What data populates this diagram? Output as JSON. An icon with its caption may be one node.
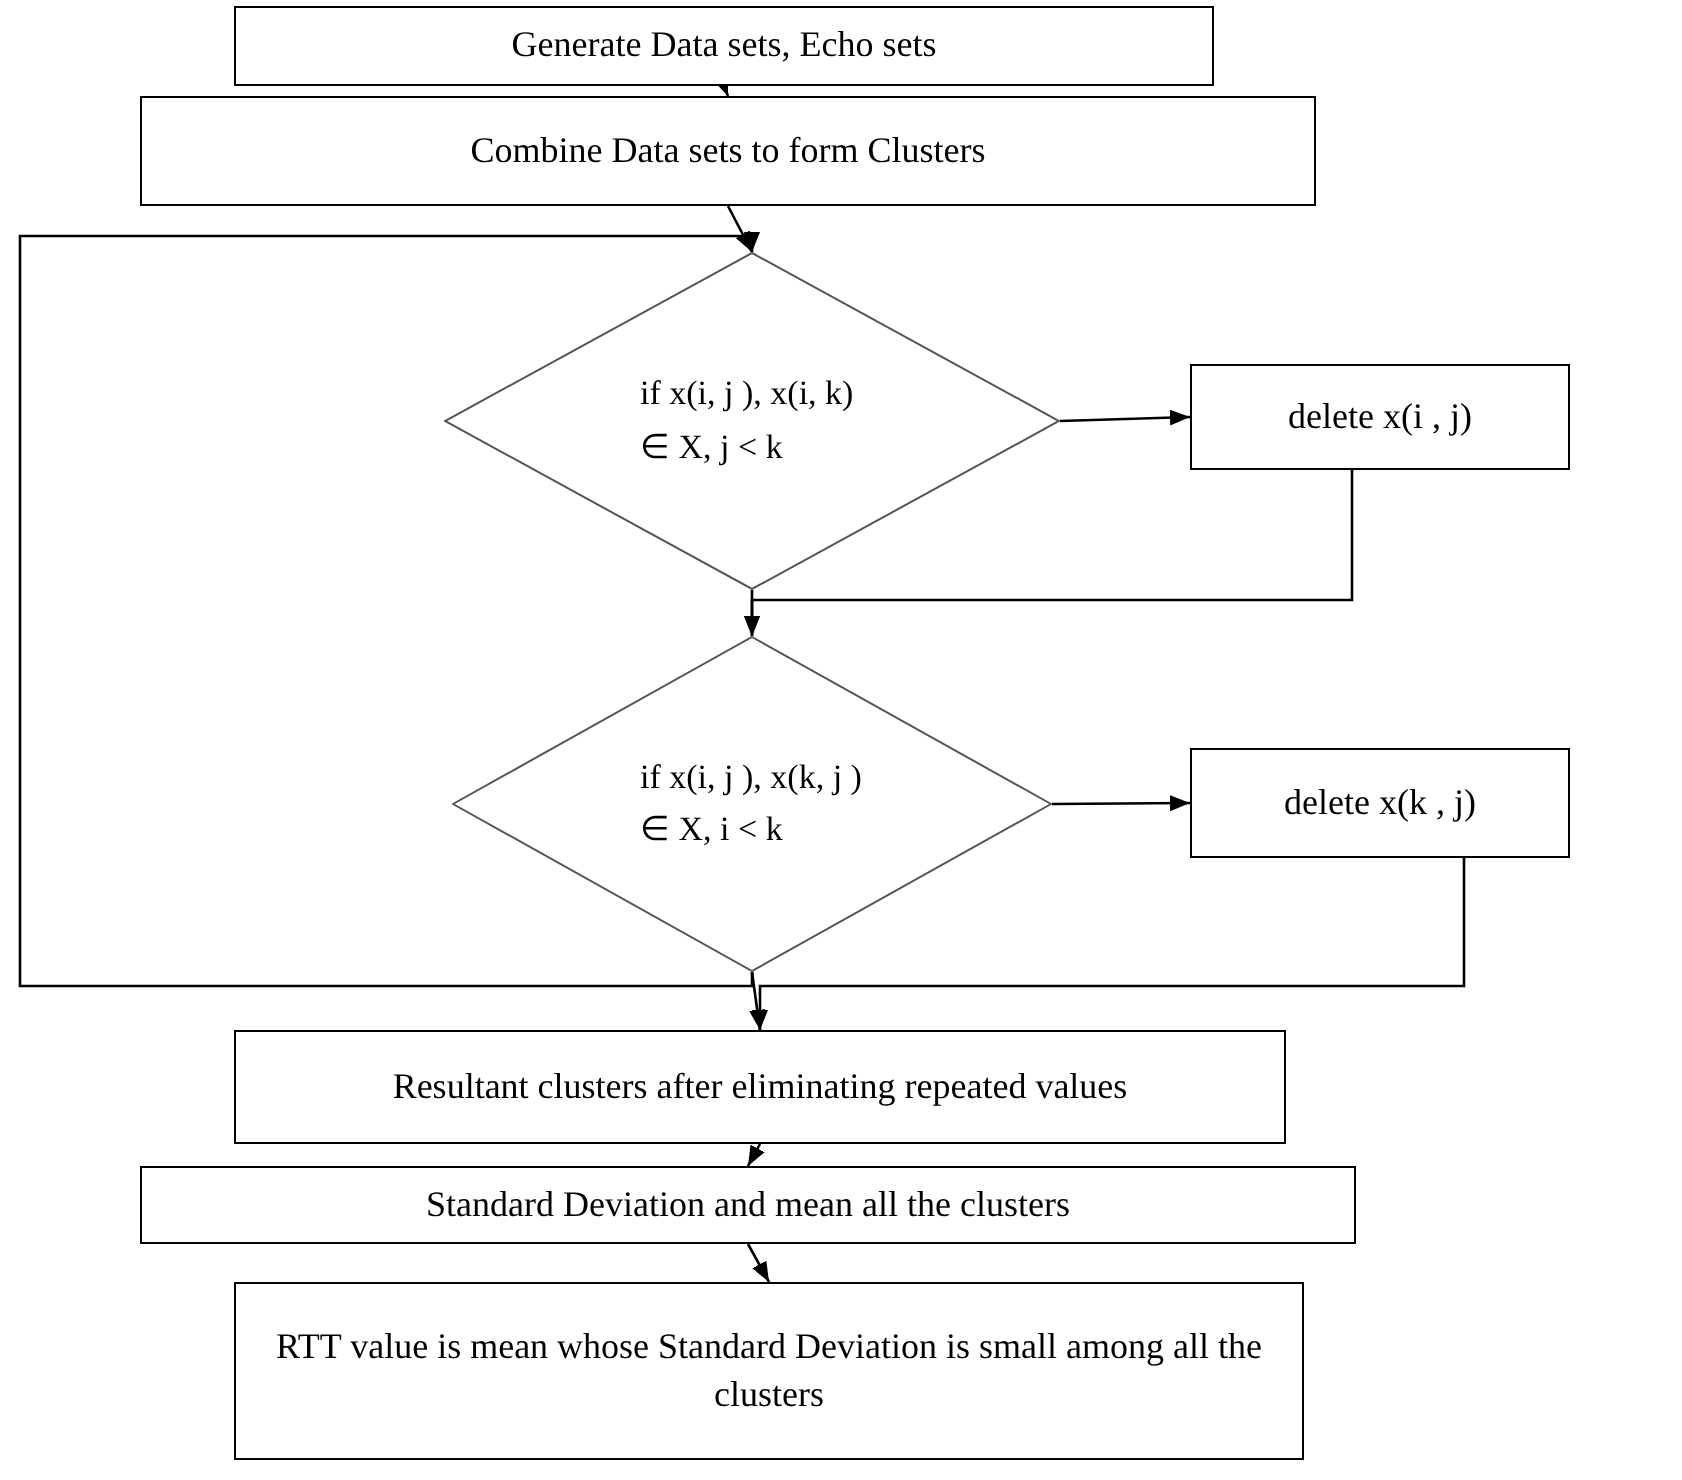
{
  "diagram": {
    "nodes": [
      {
        "text": [
          "Generate Data sets, Echo sets"
        ]
      },
      {
        "text": [
          "Combine Data sets to form Clusters"
        ]
      },
      {
        "text": [
          "if x(i, j ), x(i, k) ∈ X, j < k"
        ]
      },
      {
        "text": [
          "delete x(i , j)"
        ]
      },
      {
        "text": [
          "if x(i, j ), x(k, j ) ∈ X, i < k"
        ]
      },
      {
        "text": [
          "delete x(k , j)"
        ]
      },
      {
        "text": [
          "Resultant clusters after eliminating repeated values"
        ]
      },
      {
        "text": [
          "Standard Deviation and mean all the clusters"
        ]
      },
      {
        "text": [
          "RTT value is mean whose Standard Deviation is small among all the clusters"
        ]
      }
    ],
    "edges": [
      {
        "from": 0,
        "to": 1,
        "arrow": "to"
      },
      {
        "from": 1,
        "to": 2,
        "arrow": "to"
      },
      {
        "from": 2,
        "to": 3,
        "arrow": "to"
      },
      {
        "from": 2,
        "to": 4,
        "arrow": "to"
      },
      {
        "from": 3,
        "to": 4,
        "arrow": "to"
      },
      {
        "from": 4,
        "to": 5,
        "arrow": "to"
      },
      {
        "from": 4,
        "to": 6,
        "arrow": "to"
      },
      {
        "from": 5,
        "to": 6,
        "arrow": "to"
      },
      {
        "from": 4,
        "to": 2,
        "arrow": "to"
      },
      {
        "from": 6,
        "to": 7,
        "arrow": "to"
      },
      {
        "from": 7,
        "to": 8,
        "arrow": "to"
      }
    ]
  }
}
